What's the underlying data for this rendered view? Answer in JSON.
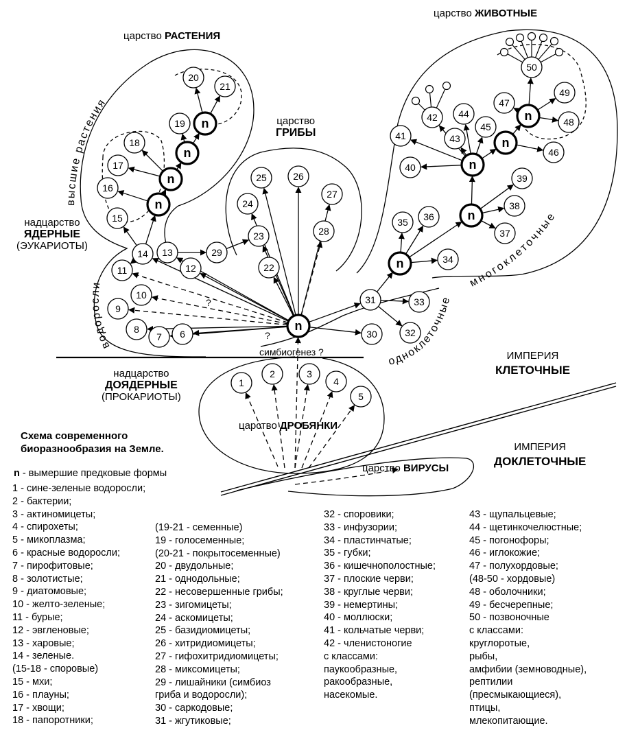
{
  "kingdoms": {
    "plants": {
      "prefix": "царство",
      "name": "РАСТЕНИЯ"
    },
    "animals": {
      "prefix": "царство",
      "name": "ЖИВОТНЫЕ"
    },
    "fungi": {
      "prefix": "царство",
      "name": "ГРИБЫ"
    },
    "drobyanki": {
      "prefix": "царство",
      "name": "ДРОБЯНКИ"
    },
    "viruses": {
      "prefix": "царство",
      "name": "ВИРУСЫ"
    }
  },
  "superkingdoms": {
    "nuclear": {
      "prefix": "надцарство",
      "name": "ЯДЕРНЫЕ",
      "sub": "(ЭУКАРИОТЫ)"
    },
    "prenuclear": {
      "prefix": "надцарство",
      "name": "ДОЯДЕРНЫЕ",
      "sub": "(ПРОКАРИОТЫ)"
    }
  },
  "empires": {
    "cellular": {
      "prefix": "ИМПЕРИЯ",
      "name": "КЛЕТОЧНЫЕ"
    },
    "precellular": {
      "prefix": "ИМПЕРИЯ",
      "name": "ДОКЛЕТОЧНЫЕ"
    }
  },
  "curved_labels": {
    "higher_plants": "высшие растения",
    "algae": "водоросли",
    "multicellular": "многоклеточные",
    "unicellular": "одноклеточные"
  },
  "symbiogenesis": "симбиогенез ?",
  "question_mark": "?",
  "ancestor_symbol": "n",
  "title_line1": "Схема современного",
  "title_line2": "биоразнообразия на Земле.",
  "legend_n": "- вымершие предковые формы",
  "legend_columns": [
    [
      "1 - сине-зеленые водоросли;",
      "2 - бактерии;",
      "3 - актиномицеты;",
      "4 - спирохеты;",
      "5 - микоплазма;",
      "6 - красные водоросли;",
      "7 - пирофитовые;",
      "8 - золотистые;",
      "9 - диатомовые;",
      "10 - желто-зеленые;",
      "11 - бурые;",
      "12 - эвгленовые;",
      "13 - харовые;",
      "14 - зеленые.",
      "(15-18 - споровые)",
      "15 - мхи;",
      "16 - плауны;",
      "17 - хвощи;",
      "18 - папоротники;"
    ],
    [
      "(19-21 - семенные)",
      "19 - голосеменные;",
      "(20-21 - покрытосеменные)",
      "20 - двудольные;",
      "21 - однодольные;",
      "22 - несовершенные грибы;",
      "23 - зигомицеты;",
      "24 - аскомицеты;",
      "25 - базидиомицеты;",
      "26 - хитридиомицеты;",
      "27 - гифохитридиомицеты;",
      "28 - миксомицеты;",
      "29 - лишайники (симбиоз",
      "гриба и водоросли);",
      "30 - саркодовые;",
      "31 - жгутиковые;"
    ],
    [
      "32 - споровики;",
      "33 - инфузории;",
      "34 - пластинчатые;",
      "35 - губки;",
      "36 - кишечнополостные;",
      "37 - плоские черви;",
      "38 - круглые черви;",
      "39 - немертины;",
      "40 - моллюски;",
      "41 - кольчатые черви;",
      "42 - членистоногие",
      "с классами:",
      "паукообразные,",
      "ракообразные,",
      "насекомые."
    ],
    [
      "43 - щупальцевые;",
      "44 - щетинкочелюстные;",
      "45 - погонофоры;",
      "46 - иглокожие;",
      "47 - полухордовые;",
      "(48-50 - хордовые)",
      "48 - оболочники;",
      "49 - бесчерепные;",
      "50 - позвоночные",
      "с классами:",
      "круглоротые,",
      "рыбы,",
      "амфибии (земноводные),",
      "рептилии",
      "(пресмыкающиеся),",
      "птицы,",
      "млекопитающие."
    ]
  ],
  "groups": [
    "1",
    "2",
    "3",
    "4",
    "5",
    "6",
    "7",
    "8",
    "9",
    "10",
    "11",
    "12",
    "13",
    "14",
    "15",
    "16",
    "17",
    "18",
    "19",
    "20",
    "21",
    "22",
    "23",
    "24",
    "25",
    "26",
    "27",
    "28",
    "29",
    "30",
    "31",
    "32",
    "33",
    "34",
    "35",
    "36",
    "37",
    "38",
    "39",
    "40",
    "41",
    "42",
    "43",
    "44",
    "45",
    "46",
    "47",
    "48",
    "49",
    "50"
  ]
}
